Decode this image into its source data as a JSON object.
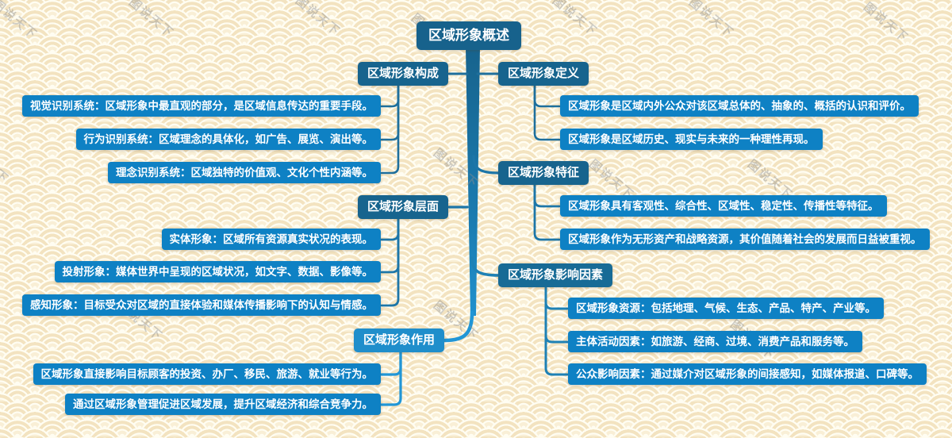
{
  "title": "区域形象概述",
  "watermark": {
    "text": "图说天下"
  },
  "colors": {
    "background": "#f9efd6",
    "pattern_arc": "#f3e3c0",
    "central_bg": "#17628c",
    "topic_bg": "#17648e",
    "topic_bright_bg": "#1f8ecb",
    "leaf_bg": "#0e81c4",
    "connector_dark": "#1e6f9c",
    "connector_bright": "#2196d6",
    "text": "#ffffff"
  },
  "branches": {
    "left": [
      {
        "label": "区域形象构成",
        "children": [
          "视觉识别系统：区域形象中最直观的部分，是区域信息传达的重要手段。",
          "行为识别系统：区域理念的具体化，如广告、展览、演出等。",
          "理念识别系统：区域独特的价值观、文化个性内涵等。"
        ]
      },
      {
        "label": "区域形象层面",
        "children": [
          "实体形象：区域所有资源真实状况的表现。",
          "投射形象：媒体世界中呈现的区域状况，如文字、数据、影像等。",
          "感知形象：目标受众对区域的直接体验和媒体传播影响下的认知与情感。"
        ]
      },
      {
        "label": "区域形象作用",
        "children": [
          "区域形象直接影响目标顾客的投资、办厂、移民、旅游、就业等行为。",
          "通过区域形象管理促进区域发展，提升区域经济和综合竞争力。"
        ]
      }
    ],
    "right": [
      {
        "label": "区域形象定义",
        "children": [
          "区域形象是区域内外公众对该区域总体的、抽象的、概括的认识和评价。",
          "区域形象是区域历史、现实与未来的一种理性再现。"
        ]
      },
      {
        "label": "区域形象特征",
        "children": [
          "区域形象具有客观性、综合性、区域性、稳定性、传播性等特征。",
          "区域形象作为无形资产和战略资源，其价值随着社会的发展而日益被重视。"
        ]
      },
      {
        "label": "区域形象影响因素",
        "children": [
          "区域形象资源：包括地理、气候、生态、产品、特产、产业等。",
          "主体活动因素：如旅游、经商、过境、消费产品和服务等。",
          "公众影响因素：通过媒介对区域形象的间接感知，如媒体报道、口碑等。"
        ]
      }
    ]
  }
}
